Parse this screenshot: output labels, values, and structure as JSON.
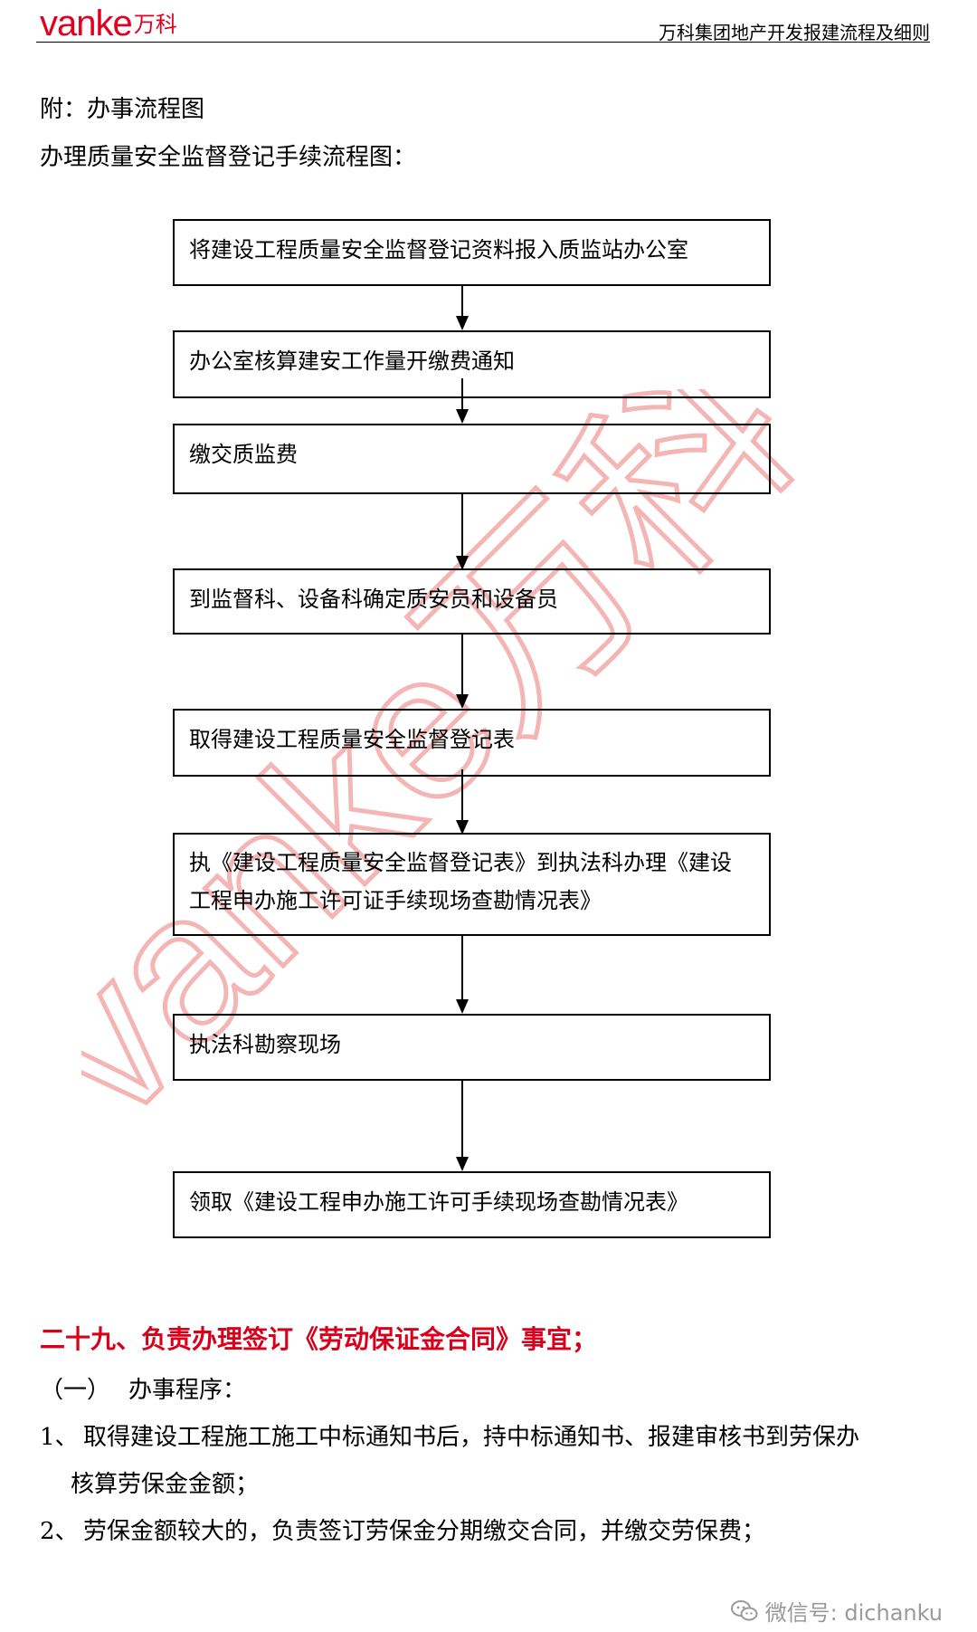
{
  "header": {
    "logo_latin": "vanke",
    "logo_cjk": "万科",
    "doc_title": "万科集团地产开发报建流程及细则"
  },
  "heading_appendix": "附：办事流程图",
  "heading_flow": "办理质量安全监督登记手续流程图：",
  "flow_steps": [
    {
      "line1": "将建设工程质量安全监督登记资料报入质监站办公室",
      "line2": ""
    },
    {
      "line1": "办公室核算建安工作量开缴费通知",
      "line2": ""
    },
    {
      "line1": "缴交质监费",
      "line2": ""
    },
    {
      "line1": "到监督科、设备科确定质安员和设备员",
      "line2": ""
    },
    {
      "line1": "取得建设工程质量安全监督登记表",
      "line2": ""
    },
    {
      "line1": "执《建设工程质量安全监督登记表》到执法科办理《建设",
      "line2": "工程申办施工许可证手续现场查勘情况表》"
    },
    {
      "line1": "执法科勘察现场",
      "line2": ""
    },
    {
      "line1": "领取《建设工程申办施工许可手续现场查勘情况表》",
      "line2": ""
    }
  ],
  "section": {
    "title": "二十九、负责办理签订《劳动保证金合同》事宜；",
    "subsection_num": "（一）",
    "subsection_label": "办事程序：",
    "items": [
      {
        "num": "1、",
        "line1": "取得建设工程施工施工中标通知书后，持中标通知书、报建审核书到劳保办",
        "line2": "核算劳保金金额；"
      },
      {
        "num": "2、",
        "line1": "劳保金额较大的，负责签订劳保金分期缴交合同，并缴交劳保费；",
        "line2": ""
      }
    ]
  },
  "watermark_text": "vanke万科",
  "footer": {
    "wechat_label": "微信号: dichanku"
  },
  "colors": {
    "brand_red": "#e1001e",
    "section_red": "#d9001b",
    "watermark": "#f4b5b5"
  },
  "icons": [
    "wechat-icon"
  ]
}
